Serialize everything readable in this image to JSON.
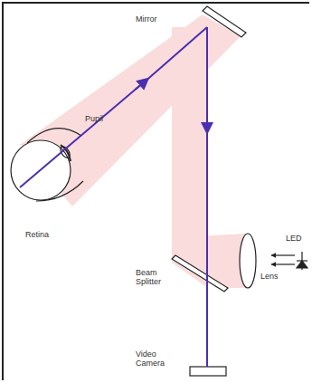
{
  "diagram": {
    "labels": [
      "Mirror",
      "Pupil",
      "Retina",
      "Beam Splitter",
      "Lens",
      "LED",
      "Video Camera"
    ]
  }
}
